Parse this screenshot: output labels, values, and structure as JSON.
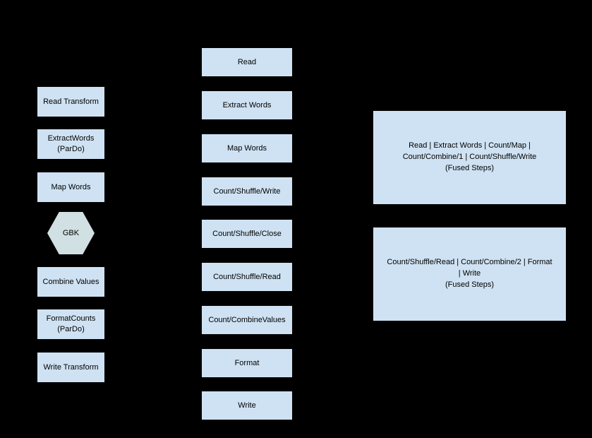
{
  "diagram": {
    "background_color": "#000000",
    "node_fill_color": "#cfe2f3",
    "hexagon_fill_color": "#d0e0e3",
    "text_color": "#000000"
  },
  "user_pipeline": {
    "items": [
      {
        "label": "Read Transform"
      },
      {
        "label": "ExtractWords\n(ParDo)"
      },
      {
        "label": "Map Words"
      },
      {
        "label": "GBK"
      },
      {
        "label": "Combine Values"
      },
      {
        "label": "FormatCounts\n(ParDo)"
      },
      {
        "label": "Write Transform"
      }
    ]
  },
  "execution_graph": {
    "items": [
      {
        "label": "Read"
      },
      {
        "label": "Extract Words"
      },
      {
        "label": "Map Words"
      },
      {
        "label": "Count/Shuffle/Write"
      },
      {
        "label": "Count/Shuffle/Close"
      },
      {
        "label": "Count/Shuffle/Read"
      },
      {
        "label": "Count/CombineValues"
      },
      {
        "label": "Format"
      },
      {
        "label": "Write"
      }
    ]
  },
  "fused_steps": {
    "items": [
      {
        "label": "Read | Extract Words | Count/Map | Count/Combine/1 | Count/Shuffle/Write",
        "sublabel": "(Fused Steps)"
      },
      {
        "label": "Count/Shuffle/Read | Count/Combine/2 | Format | Write",
        "sublabel": "(Fused Steps)"
      }
    ]
  }
}
